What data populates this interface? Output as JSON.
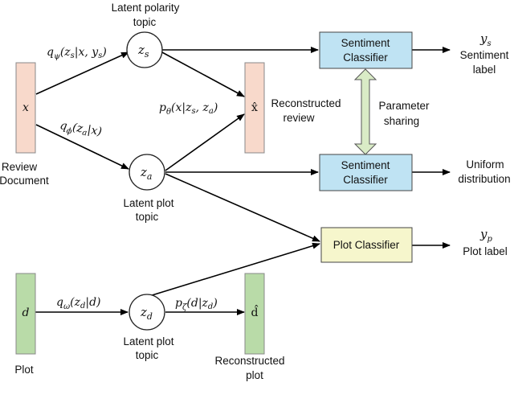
{
  "colors": {
    "review_bar": "#f8d9cb",
    "plot_bar": "#b9dba8",
    "sentiment_box": "#bfe3f3",
    "plot_classifier_box": "#f6f6cc",
    "shared_arrow": "#d9ebc6"
  },
  "inputs": {
    "review": {
      "symbol": "x",
      "caption": [
        "Review",
        "Document"
      ]
    },
    "plot": {
      "symbol": "d",
      "caption": [
        "Plot"
      ]
    }
  },
  "latents": {
    "zs": {
      "base": "z",
      "sub": "s",
      "caption": [
        "Latent polarity",
        "topic"
      ]
    },
    "za": {
      "base": "z",
      "sub": "a",
      "caption": [
        "Latent plot",
        "topic"
      ]
    },
    "zd": {
      "base": "z",
      "sub": "d",
      "caption": [
        "Latent plot",
        "topic"
      ]
    }
  },
  "reconstructions": {
    "review": {
      "symbol": "x̂",
      "caption": [
        "Reconstructed",
        "review"
      ]
    },
    "plot": {
      "symbol": "d̂",
      "caption": [
        "Reconstructed",
        "plot"
      ]
    }
  },
  "edge_labels": {
    "q_psi": {
      "q": "q",
      "sub": "ψ",
      "arg": "(z",
      "argsub": "s",
      "mid": "|x, y",
      "midsub": "s",
      "end": ")"
    },
    "q_phi": {
      "q": "q",
      "sub": "ϕ",
      "arg": "(z",
      "argsub": "a",
      "end": "|x)"
    },
    "p_theta": {
      "p": "p",
      "sub": "θ",
      "arg": "(x|z",
      "argsub": "s",
      "mid": ", z",
      "midsub": "a",
      "end": ")"
    },
    "q_omega": {
      "q": "q",
      "sub": "ω",
      "arg": "(z",
      "argsub": "d",
      "end": "|d)"
    },
    "p_zeta": {
      "p": "p",
      "sub": "ζ",
      "arg": "(d|z",
      "argsub": "d",
      "end": ")"
    }
  },
  "classifiers": {
    "sentiment_top": {
      "lines": [
        "Sentiment",
        "Classifier"
      ]
    },
    "sentiment_bottom": {
      "lines": [
        "Sentiment",
        "Classifier"
      ]
    },
    "plot": {
      "lines": [
        "Plot Classifier"
      ]
    }
  },
  "parameter_sharing": [
    "Parameter",
    "sharing"
  ],
  "outputs": {
    "sentiment": {
      "base": "y",
      "sub": "s",
      "caption": [
        "Sentiment",
        "label"
      ]
    },
    "uniform": {
      "caption": [
        "Uniform",
        "distribution"
      ]
    },
    "plot": {
      "base": "y",
      "sub": "p",
      "caption": [
        "Plot label"
      ]
    }
  }
}
